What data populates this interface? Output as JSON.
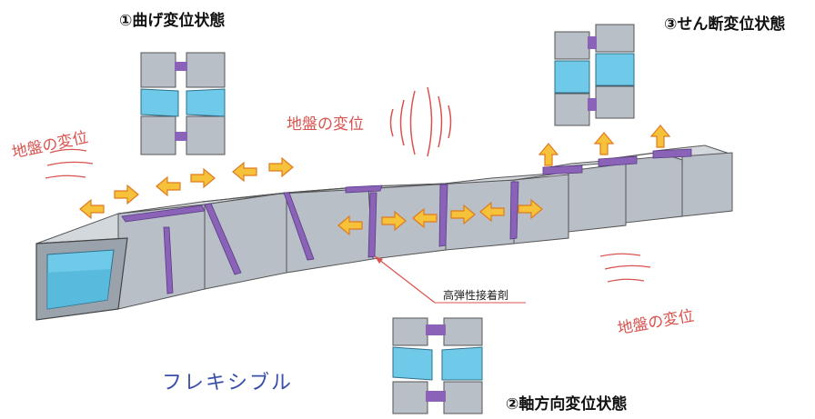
{
  "labels": {
    "bend": "①曲げ変位状態",
    "shear": "③せん断変位状態",
    "axial": "②軸方向変位状態",
    "ground_left": "地盤の変位",
    "ground_center": "地盤の変位",
    "ground_right": "地盤の変位",
    "adhesive": "高弾性接着剤",
    "flexible": "フレキシブル"
  },
  "colors": {
    "box_face": "#b8bfc7",
    "box_top": "#d3d8dd",
    "box_side": "#9aa3ac",
    "joint": "#8a63b8",
    "water": "#6fc9e8",
    "arrow_fill": "#f6c23a",
    "arrow_stroke": "#e07a1f",
    "ground_text": "#d9534f",
    "flex_text": "#3a4fa8",
    "leader": "#d9534f"
  }
}
